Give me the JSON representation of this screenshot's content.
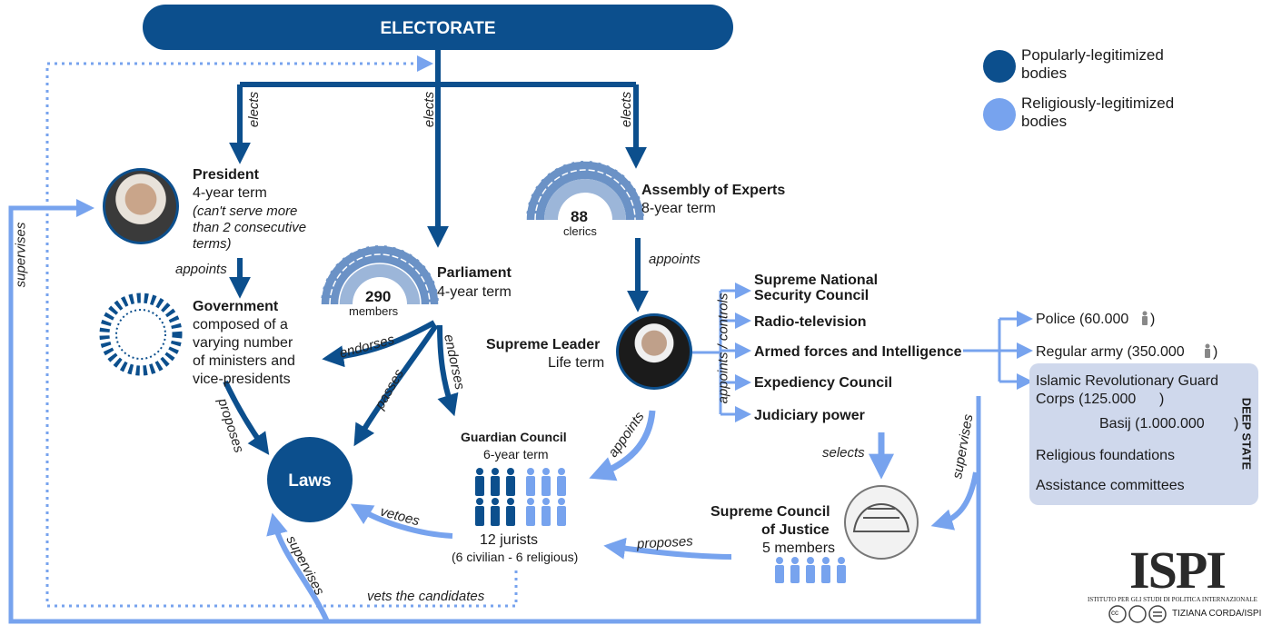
{
  "electorate": "ELECTORATE",
  "legend": [
    {
      "line1": "Popularly-legitimized",
      "line2": "bodies",
      "color": "#0c4f8d"
    },
    {
      "line1": "Religiously-legitimized",
      "line2": "bodies",
      "color": "#77a3ee"
    }
  ],
  "president": {
    "title": "President",
    "term": "4-year term",
    "note1": "(can't serve more",
    "note2": "than 2 consecutive",
    "note3": "terms)"
  },
  "government": {
    "title": "Government",
    "l1": "composed of a",
    "l2": "varying number",
    "l3": "of ministers and",
    "l4": "vice-presidents"
  },
  "parliament": {
    "title": "Parliament",
    "term": "4-year term",
    "count": "290",
    "unit": "members"
  },
  "assembly": {
    "title": "Assembly of Experts",
    "term": "8-year term",
    "count": "88",
    "unit": "clerics"
  },
  "leader": {
    "title": "Supreme Leader",
    "term": "Life term"
  },
  "guardian": {
    "title": "Guardian Council",
    "term": "6-year term",
    "count": "12 jurists",
    "detail": "(6 civilian - 6 religious)"
  },
  "laws": "Laws",
  "justice": {
    "title1": "Supreme Council",
    "title2": "of Justice",
    "members": "5 members"
  },
  "controlled": [
    "Supreme National",
    "Security Council",
    "Radio-television",
    "Armed forces and Intelligence",
    "Expediency Council",
    "Judiciary power"
  ],
  "forces": {
    "police": "Police (60.000",
    "army": "Regular army (350.000",
    "irgc1": "Islamic Revolutionary Guard",
    "irgc2": "Corps (125.000",
    "basij": "Basij  (1.000.000",
    "close": ")"
  },
  "deep_state": {
    "label": "DEEP STATE",
    "foundations": "Religious foundations",
    "committees": "Assistance committees"
  },
  "edges": {
    "elects": "elects",
    "appoints": "appoints",
    "proposes": "proposes",
    "passes": "passes",
    "endorses": "endorses",
    "vetoes": "vetoes",
    "supervises": "supervises",
    "selects": "selects",
    "appoints_controls": "appoints / controls",
    "vets": "vets the candidates"
  },
  "credit": {
    "logo": "ISPI",
    "institute": "ISTITUTO PER GLI STUDI DI POLITICA INTERNAZIONALE",
    "author": "TIZIANA CORDA/ISPI",
    "cc": "cc"
  }
}
